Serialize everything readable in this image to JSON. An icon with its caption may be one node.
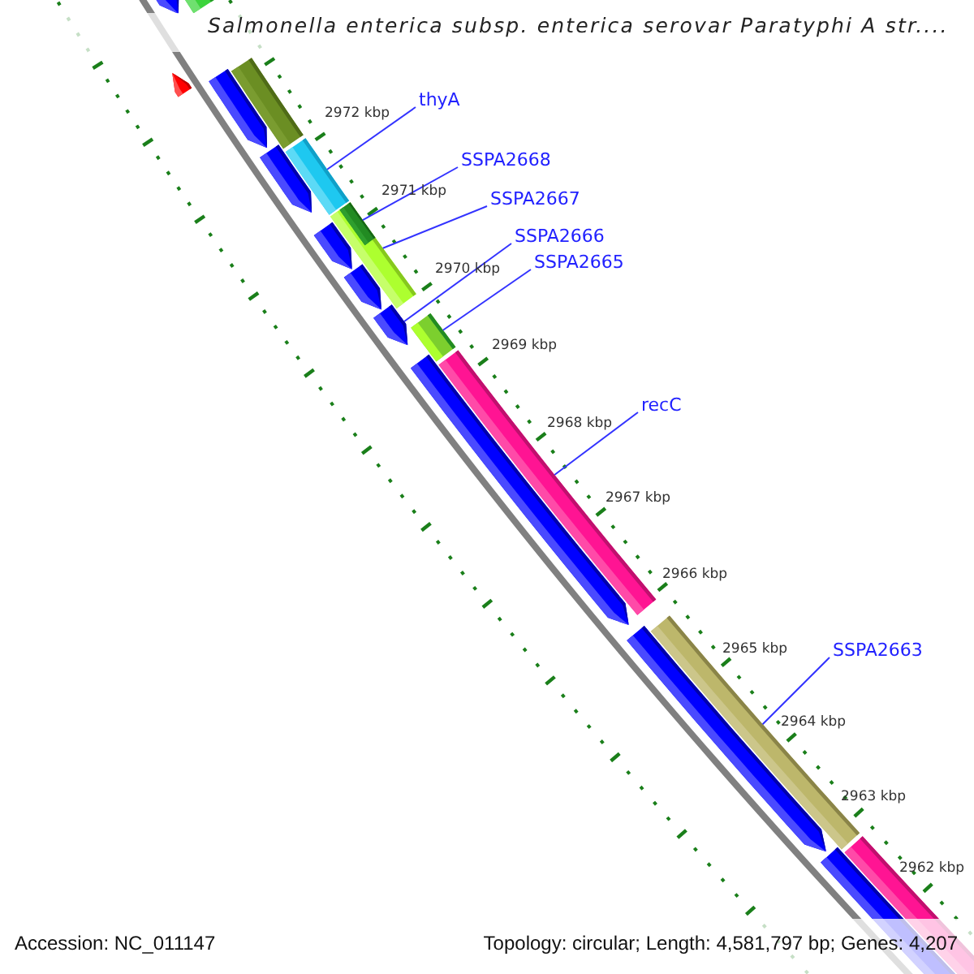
{
  "diagram": {
    "title": "Salmonella enterica subsp. enterica serovar Paratyphi A str....",
    "nodes": [
      {
        "text": [],
        "shape": "bar"
      },
      {
        "text": [],
        "shape": "bar"
      },
      {
        "text": [],
        "shape": "bar"
      },
      {
        "text": [],
        "shape": "bar"
      },
      {
        "text": [],
        "shape": "bar"
      },
      {
        "text": [],
        "shape": "bar"
      },
      {
        "text": [],
        "shape": "bar"
      },
      {
        "text": [],
        "shape": "bar"
      },
      {
        "text": [],
        "shape": "bar",
        "in": 7
      },
      {
        "text": [],
        "shape": "bar"
      },
      {
        "text": [],
        "shape": "bar"
      },
      {
        "text": [],
        "shape": "bar"
      },
      {
        "text": [],
        "shape": "bar"
      },
      {
        "text": [],
        "shape": "bar"
      },
      {
        "text": [],
        "shape": "bar"
      },
      {
        "text": [],
        "shape": "bar"
      },
      {
        "text": [],
        "shape": "bar"
      },
      {
        "text": [],
        "shape": "bar"
      },
      {
        "text": [],
        "shape": "bar"
      },
      {
        "text": [
          "thyA"
        ]
      },
      {
        "text": [
          "SSPA2668"
        ]
      },
      {
        "text": [
          "SSPA2667"
        ]
      },
      {
        "text": [
          "SSPA2666"
        ]
      },
      {
        "text": [
          "SSPA2665"
        ]
      },
      {
        "text": [
          "recC"
        ]
      },
      {
        "text": [
          "SSPA2663"
        ]
      }
    ],
    "edges": [
      {
        "from": 19,
        "to": 5,
        "arrow": "none"
      },
      {
        "from": 20,
        "to": 8,
        "arrow": "none"
      },
      {
        "from": 21,
        "to": 7,
        "arrow": "none"
      },
      {
        "from": 22,
        "to": 11,
        "arrow": "none"
      },
      {
        "from": 23,
        "to": 12,
        "arrow": "none"
      },
      {
        "from": 24,
        "to": 13,
        "arrow": "none"
      },
      {
        "from": 25,
        "to": 16,
        "arrow": "none"
      }
    ],
    "labels": [
      "2972 kbp",
      "2971 kbp",
      "2970 kbp",
      "2969 kbp",
      "2968 kbp",
      "2967 kbp",
      "2966 kbp",
      "2965 kbp",
      "2964 kbp",
      "2963 kbp",
      "2962 kbp",
      "Accession: NC_011147",
      "Topology: circular; Length: 4,581,797 bp; Genes: 4,207"
    ]
  }
}
